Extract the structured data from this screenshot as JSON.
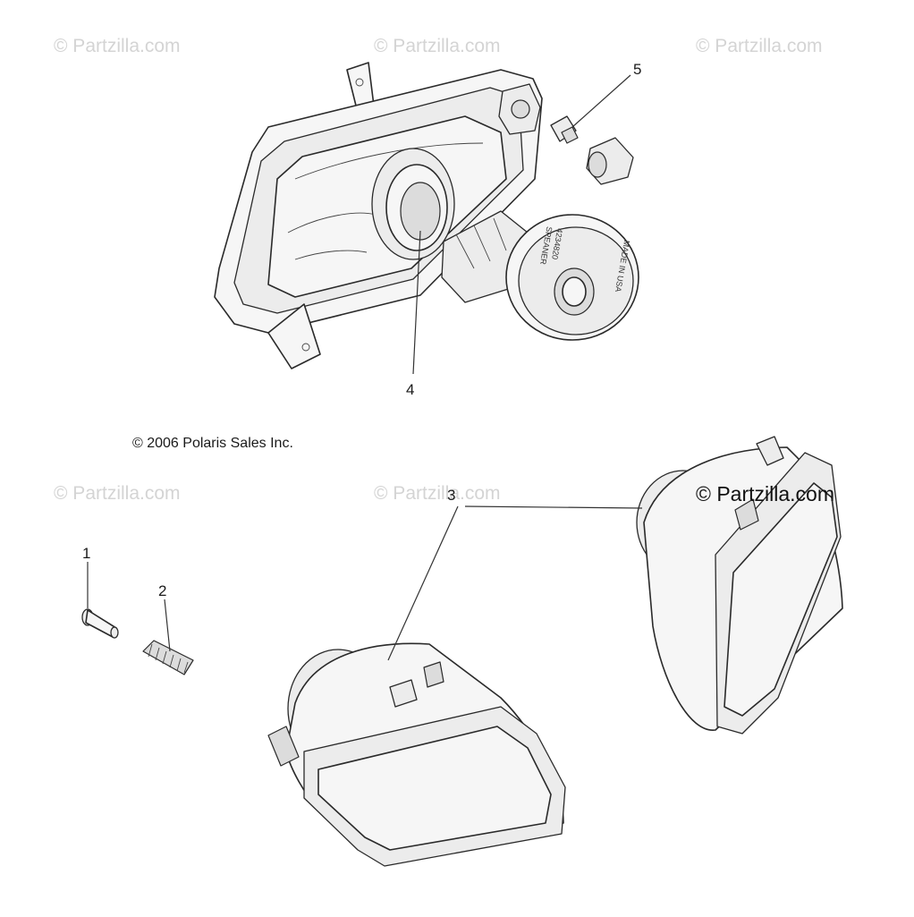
{
  "watermarks": {
    "top_left": "© Partzilla.com",
    "top_center": "© Partzilla.com",
    "top_right": "© Partzilla.com",
    "mid_left": "© Partzilla.com",
    "mid_center": "© Partzilla.com",
    "mid_right": "© Partzilla.com"
  },
  "copyright": "© 2006 Polaris Sales Inc.",
  "callouts": {
    "part_1": "1",
    "part_2": "2",
    "part_3": "3",
    "part_4": "4",
    "part_5": "5"
  },
  "bulb_stamp": {
    "line1": "MADE IN USA",
    "line2": "4234820",
    "line3": "SPEANER"
  }
}
